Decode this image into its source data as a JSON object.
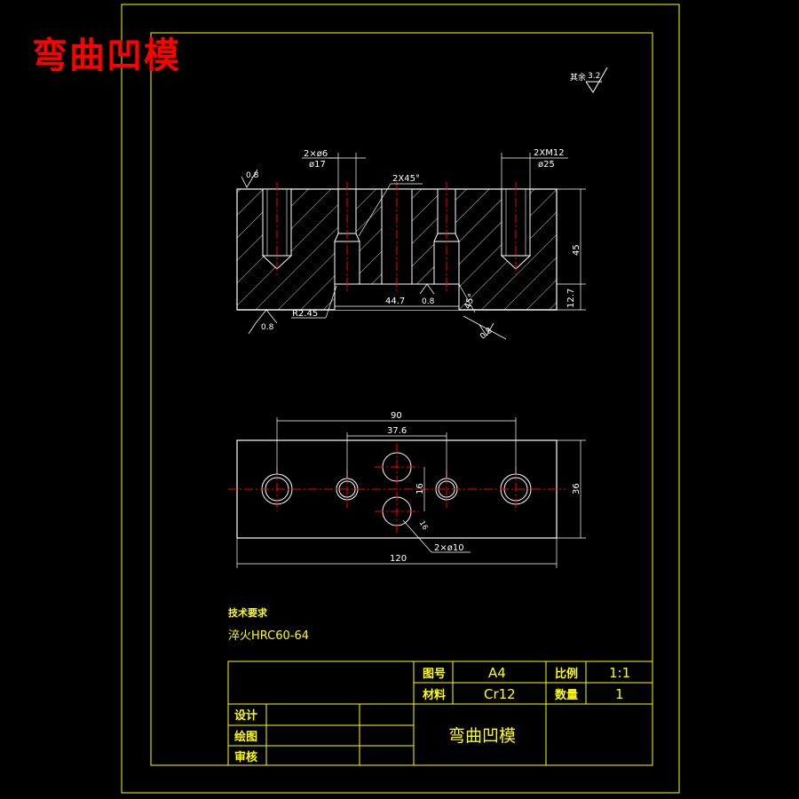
{
  "drawing_title": "弯曲凹模",
  "surface_finish_note": {
    "label": "其余",
    "value": "3.2"
  },
  "section_view": {
    "labels": {
      "hole_a": "2×ø6",
      "hole_a_cb": "ø17",
      "chamfer": "2X45°",
      "thread": "2XM12",
      "thread_cb": "ø25",
      "roughness_tl": "0.8",
      "roughness_bl": "0.8",
      "roughness_mid": "0.8",
      "roughness_br": "0.8",
      "radius": "R2.45",
      "width_slot": "44.7",
      "angle": "45°",
      "height_total": "45",
      "height_step": "12.7"
    }
  },
  "plan_view": {
    "labels": {
      "span_outer": "90",
      "span_inner": "37.6",
      "pin_spacing": "16",
      "pin_holes": "2×ø10",
      "pin_dim": "16",
      "width": "36",
      "length": "120"
    }
  },
  "tech_requirements": {
    "heading": "技术要求",
    "line1": "淬火HRC60-64"
  },
  "title_block": {
    "drawing_no_label": "图号",
    "drawing_no": "A4",
    "scale_label": "比例",
    "scale": "1:1",
    "material_label": "材料",
    "material": "Cr12",
    "quantity_label": "数量",
    "quantity": "1",
    "design_label": "设计",
    "drafting_label": "绘图",
    "review_label": "审核",
    "part_name": "弯曲凹模"
  },
  "colors": {
    "background": "#000000",
    "frame": "#ffff00",
    "outline": "#ffffff",
    "centerline": "#ff0000",
    "title": "#ff0000"
  }
}
